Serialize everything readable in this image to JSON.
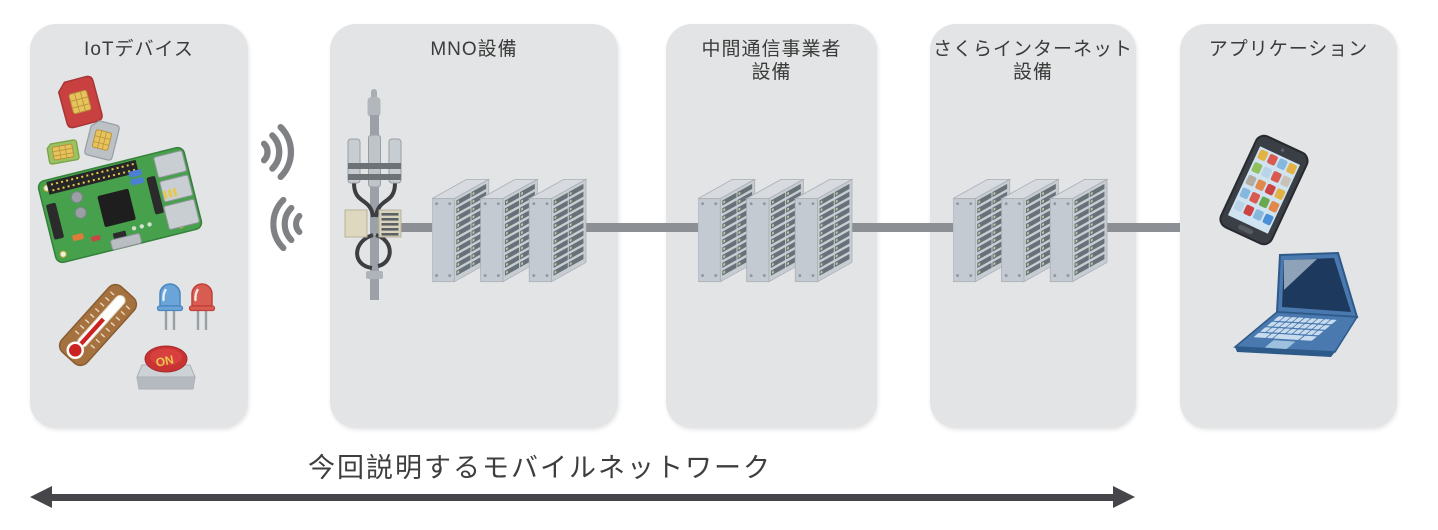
{
  "diagram": {
    "panels": [
      {
        "id": "iot-devices",
        "title": "IoTデバイス",
        "title2": ""
      },
      {
        "id": "mno-equipment",
        "title": "MNO設備",
        "title2": ""
      },
      {
        "id": "intermediate-carrier-equipment",
        "title": "中間通信事業者",
        "title2": "設備"
      },
      {
        "id": "sakura-internet-equipment",
        "title": "さくらインターネット",
        "title2": "設備"
      },
      {
        "id": "application",
        "title": "アプリケーション",
        "title2": ""
      }
    ],
    "iot_panel": {
      "on_button_label": "ON"
    },
    "bottom_arrow": {
      "label": "今回説明するモバイルネットワーク"
    },
    "icons": {
      "sim-card-icon": "svg-shape",
      "raspberry-pi-icon": "svg-shape",
      "thermometer-icon": "svg-shape",
      "led-icon": "svg-shape",
      "push-button-icon": "svg-shape",
      "radio-waves-icon": "svg-arcs",
      "cell-tower-icon": "svg-shape",
      "server-rack-icon": "svg-shape",
      "smartphone-icon": "svg-shape",
      "laptop-icon": "svg-shape"
    },
    "colors": {
      "panel_bg": "#e3e4e5",
      "connector_line": "#8c9094",
      "arrow": "#46464a",
      "title_text": "#3b3b3b",
      "waves": "#7f8184",
      "rack_slot_led": "#b9d6a1",
      "pcb_green": "#47a04c",
      "laptop_blue": "#4a79b0"
    }
  }
}
